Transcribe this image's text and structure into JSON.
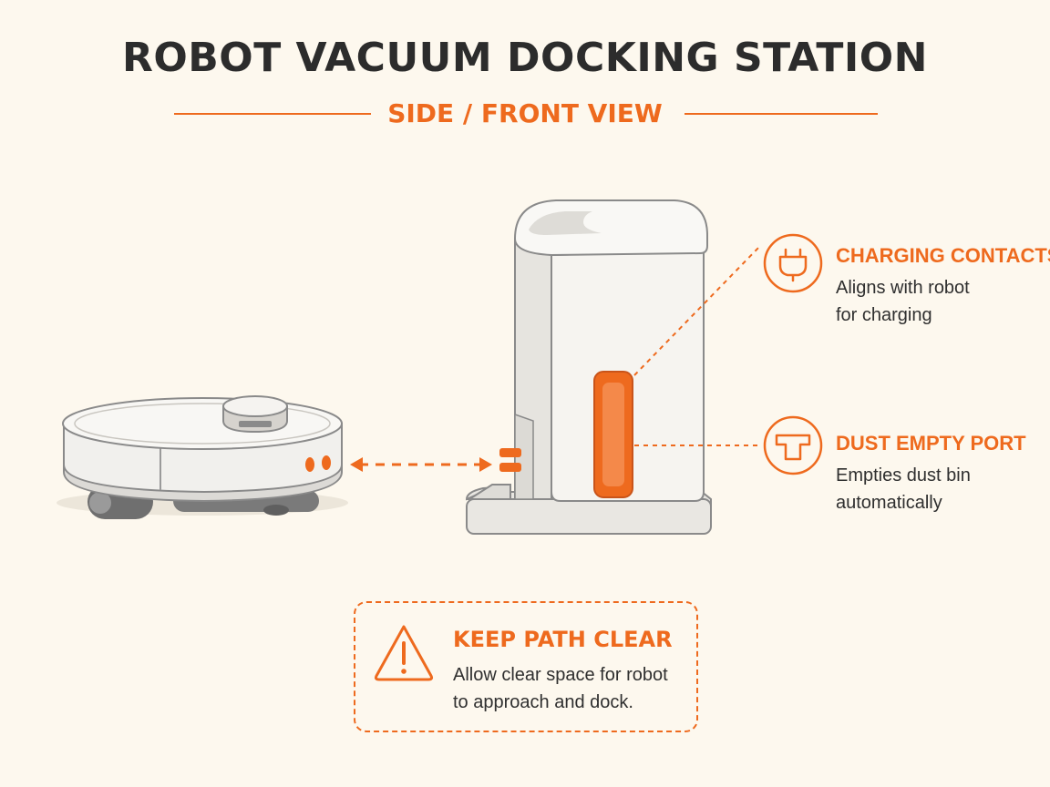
{
  "header": {
    "title": "ROBOT VACUUM DOCKING STATION",
    "subtitle": "SIDE / FRONT VIEW"
  },
  "callouts": [
    {
      "icon": "plug-icon",
      "heading": "CHARGING CONTACTS",
      "lines": [
        "Aligns with robot",
        "for charging"
      ]
    },
    {
      "icon": "dust-port-icon",
      "heading": "DUST EMPTY PORT",
      "lines": [
        "Empties dust bin",
        "automatically"
      ]
    }
  ],
  "warning": {
    "icon": "warning-icon",
    "heading": "KEEP PATH CLEAR",
    "lines": [
      "Allow clear space for robot",
      "to approach and dock."
    ]
  },
  "colors": {
    "accent": "#ee6a1e",
    "background": "#fdf8ee",
    "body_white": "#f6f4f0",
    "outline": "#8a8a8a"
  }
}
